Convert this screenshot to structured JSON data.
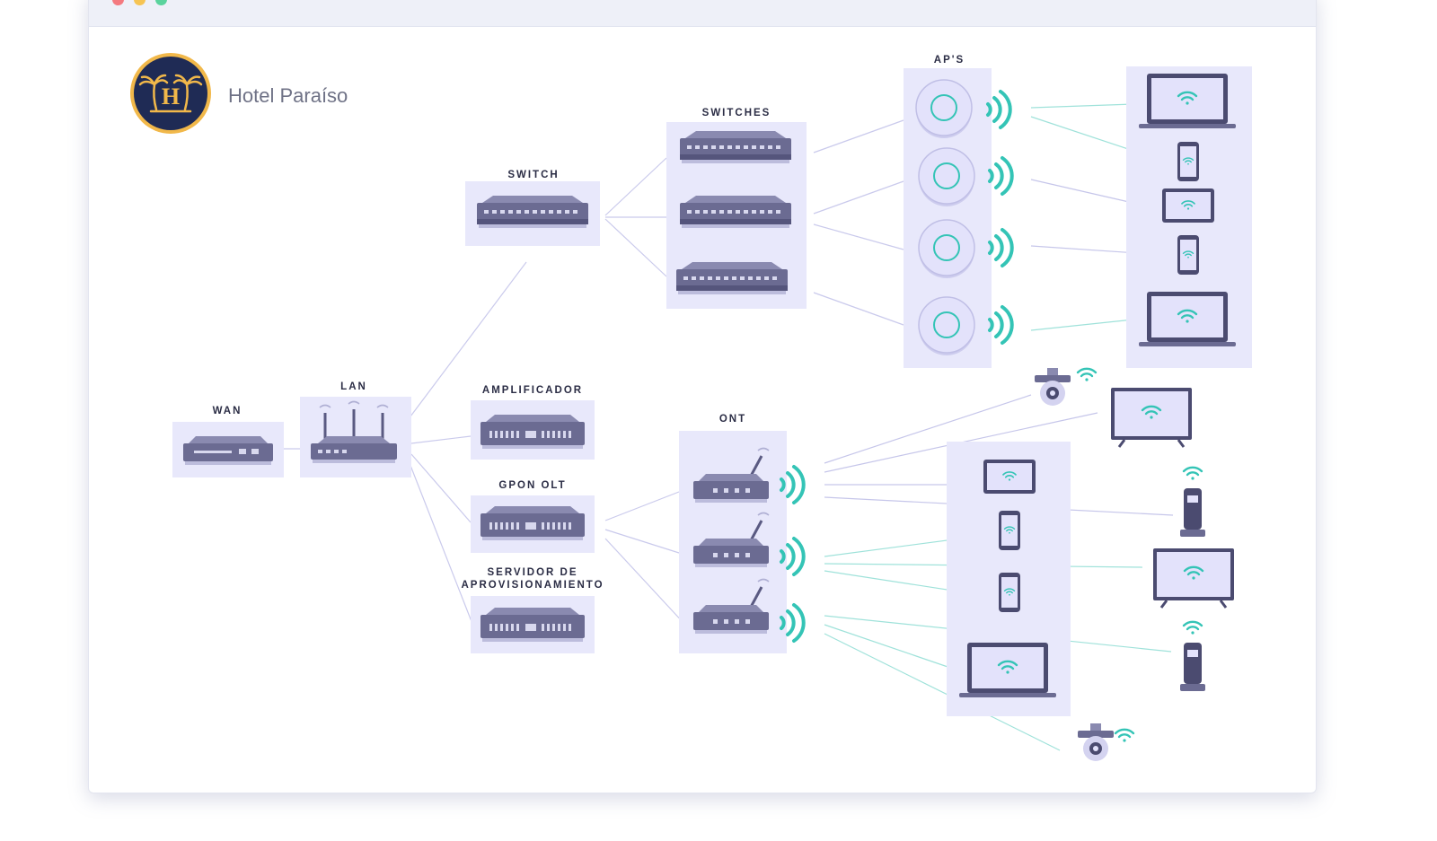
{
  "window": {
    "controls": [
      "close",
      "minimize",
      "maximize"
    ],
    "control_colors": {
      "close": "#f47a80",
      "minimize": "#f6c453",
      "maximize": "#5ad39d"
    }
  },
  "brand": {
    "name": "Hotel Paraíso",
    "logo_letter": "H",
    "logo_colors": {
      "background": "#1f2b55",
      "ring": "#f1b84a",
      "palm": "#f1b84a"
    }
  },
  "colors": {
    "panel": "#e8e8fb",
    "device": "#6b6b92",
    "device_dark": "#4b4b70",
    "wire": "#c6c6ea",
    "wireless": "#34c4b6",
    "label": "#2b2d45"
  },
  "labels": {
    "wan": "WAN",
    "lan": "LAN",
    "switch": "SWITCH",
    "switches": "SWITCHES",
    "aps": "AP'S",
    "amplificador": "AMPLIFICADOR",
    "gpon_olt": "GPON OLT",
    "servidor_line1": "SERVIDOR DE",
    "servidor_line2": "APROVISIONAMIENTO",
    "ont": "ONT"
  },
  "diagram": {
    "nodes": [
      {
        "id": "wan",
        "icon": "modem-icon",
        "label_key": "wan"
      },
      {
        "id": "lan",
        "icon": "router-icon",
        "label_key": "lan"
      },
      {
        "id": "switch",
        "icon": "switch-icon",
        "label_key": "switch"
      },
      {
        "id": "switches",
        "icon": "switch-icon",
        "count": 3,
        "label_key": "switches"
      },
      {
        "id": "aps",
        "icon": "access-point-icon",
        "count": 4,
        "label_key": "aps"
      },
      {
        "id": "amplificador",
        "icon": "amplifier-icon",
        "label_key": "amplificador"
      },
      {
        "id": "gpon-olt",
        "icon": "olt-icon",
        "label_key": "gpon_olt"
      },
      {
        "id": "servidor",
        "icon": "server-icon",
        "label_key": "servidor_line1"
      },
      {
        "id": "ont",
        "icon": "ont-router-icon",
        "count": 3,
        "label_key": "ont"
      }
    ],
    "edges": [
      [
        "wan",
        "lan"
      ],
      [
        "lan",
        "switch"
      ],
      [
        "lan",
        "amplificador"
      ],
      [
        "lan",
        "gpon-olt"
      ],
      [
        "lan",
        "servidor"
      ],
      [
        "switch",
        "switches"
      ],
      [
        "switches",
        "aps"
      ],
      [
        "gpon-olt",
        "ont"
      ],
      [
        "aps",
        "wifi-clients"
      ],
      [
        "ont",
        "wifi-clients"
      ]
    ],
    "client_devices": {
      "ap_side": [
        "laptop-icon",
        "phone-icon",
        "tablet-icon",
        "phone-icon",
        "laptop-icon"
      ],
      "ont_side": [
        "security-camera-icon",
        "tv-icon",
        "tablet-icon",
        "cordless-phone-icon",
        "phone-icon",
        "tv-icon",
        "phone-icon",
        "cordless-phone-icon",
        "laptop-icon",
        "security-camera-icon"
      ]
    }
  }
}
